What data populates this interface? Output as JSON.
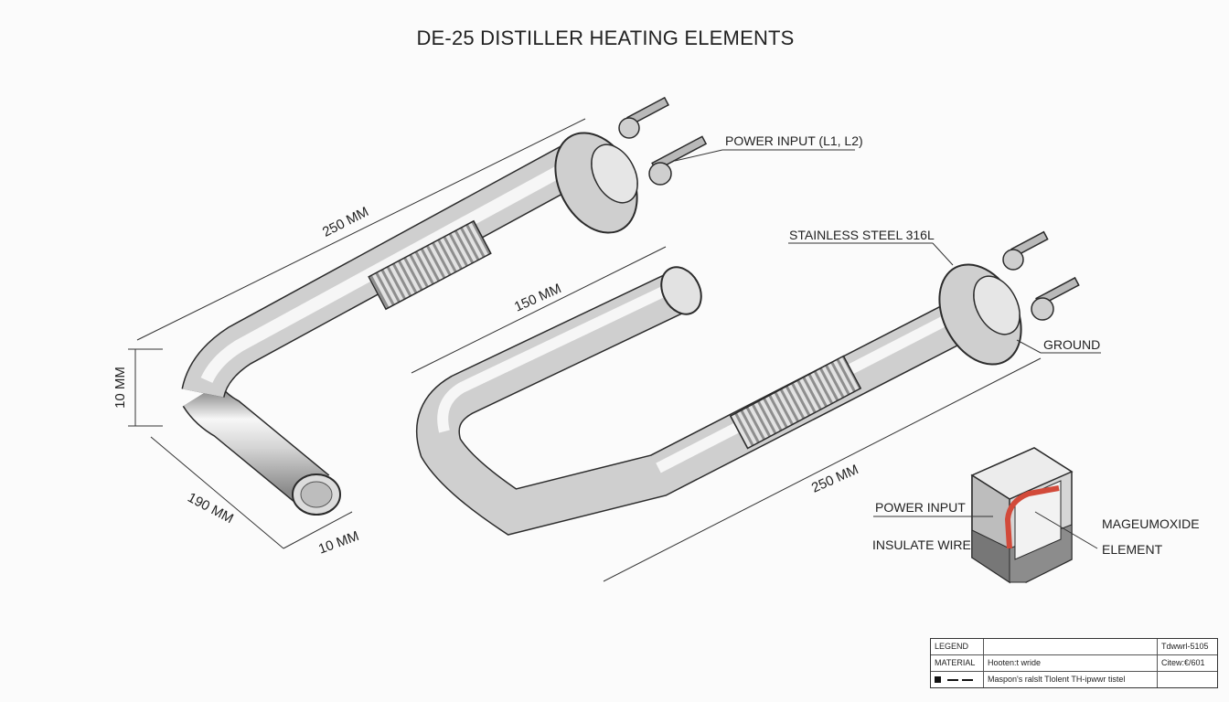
{
  "title": "DE-25 DISTILLER HEATING ELEMENTS",
  "dimensions": {
    "left_length": "250 MM",
    "left_height": "10 MM",
    "left_leg": "190 MM",
    "left_diameter": "10 MM",
    "right_gap": "150 MM",
    "right_length": "250 MM"
  },
  "callouts": {
    "power_input_top": "POWER INPUT (L1, L2)",
    "material": "STAINLESS STEEL 316L",
    "ground": "GROUND",
    "power_input": "POWER INPUT",
    "insulate_wire": "INSULATE WIRE",
    "magnesium_oxide": "MAGEUMOXIDE",
    "element": "ELEMENT"
  },
  "legend": {
    "header": "LEGEND",
    "header_right": "Tdwwrl-5105",
    "material_label": "MATERIAL",
    "material_value": "Hooten:t wride",
    "material_right": "Citew:€/601",
    "symbols_value": "Maspon's ralslt Tlolent TH-ipwwr tistel"
  },
  "colors": {
    "tube_light": "#f2f2f2",
    "tube_mid": "#c7c7c7",
    "tube_dark": "#8f8f8f",
    "coil": "#9a9a9a",
    "heater_wire": "#d24a3a",
    "outline": "#2b2b2b"
  }
}
